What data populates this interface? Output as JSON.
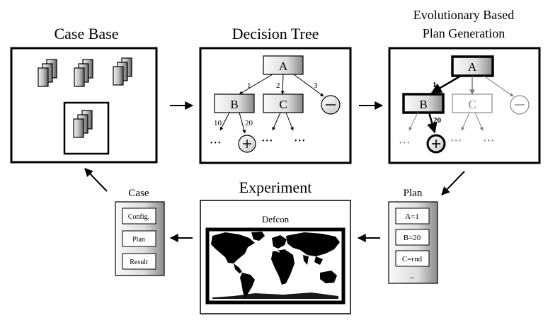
{
  "panels": {
    "case_base": {
      "title": "Case Base"
    },
    "decision_tree": {
      "title": "Decision Tree",
      "nodes": {
        "root": "A",
        "left": "B",
        "mid": "C"
      },
      "edges": {
        "e1": "1",
        "e2": "2",
        "e3": "3",
        "e10": "10",
        "e20": "20"
      },
      "ellipsis": "•••"
    },
    "evolutionary": {
      "title_line1": "Evolutionary Based",
      "title_line2": "Plan Generation",
      "nodes": {
        "root": "A",
        "left": "B",
        "mid": "C"
      },
      "edges": {
        "e1": "1",
        "e20": "20"
      },
      "ellipsis": "•••"
    },
    "experiment": {
      "title": "Experiment",
      "map_label": "Defcon"
    },
    "case": {
      "title": "Case",
      "fields": [
        "Config.",
        "Plan",
        "Result"
      ]
    },
    "plan": {
      "title": "Plan",
      "fields": [
        "A=1",
        "B=20",
        "C=rnd"
      ],
      "more": "..."
    }
  },
  "symbols": {
    "minus": "−",
    "plus": "+"
  },
  "icons": [
    "card-stack-icon",
    "arrow-icon",
    "plus-node-icon",
    "minus-node-icon",
    "world-map-icon"
  ]
}
